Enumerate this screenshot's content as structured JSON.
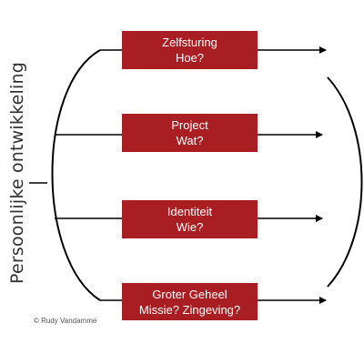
{
  "diagram": {
    "vertical_title": "Persoonlijke ontwikkeling",
    "boxes": [
      {
        "line1": "Zelfsturing",
        "line2": "Hoe?"
      },
      {
        "line1": "Project",
        "line2": "Wat?"
      },
      {
        "line1": "Identiteit",
        "line2": "Wie?"
      },
      {
        "line1": "Groter Geheel",
        "line2": "Missie? Zingeving?"
      }
    ],
    "copyright": "© Rudy Vandamme",
    "colors": {
      "box_fill": "#a91e22",
      "box_text": "#ffffff",
      "lines": "#000000"
    }
  }
}
